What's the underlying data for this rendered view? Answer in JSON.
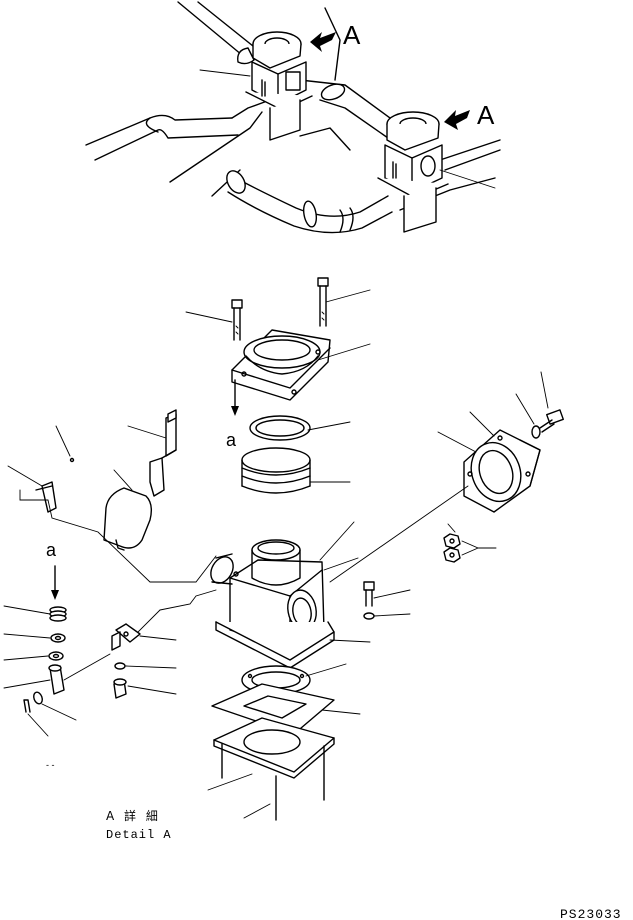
{
  "view_labels": {
    "top_left": "A",
    "top_right": "A",
    "section_a_upper": "a",
    "section_a_left": "a"
  },
  "detail": {
    "title_jp": "A 詳 細",
    "title_en": "Detail A"
  },
  "figure_code": "PS23033",
  "leader_marks": {
    "left_dash": "- -"
  }
}
